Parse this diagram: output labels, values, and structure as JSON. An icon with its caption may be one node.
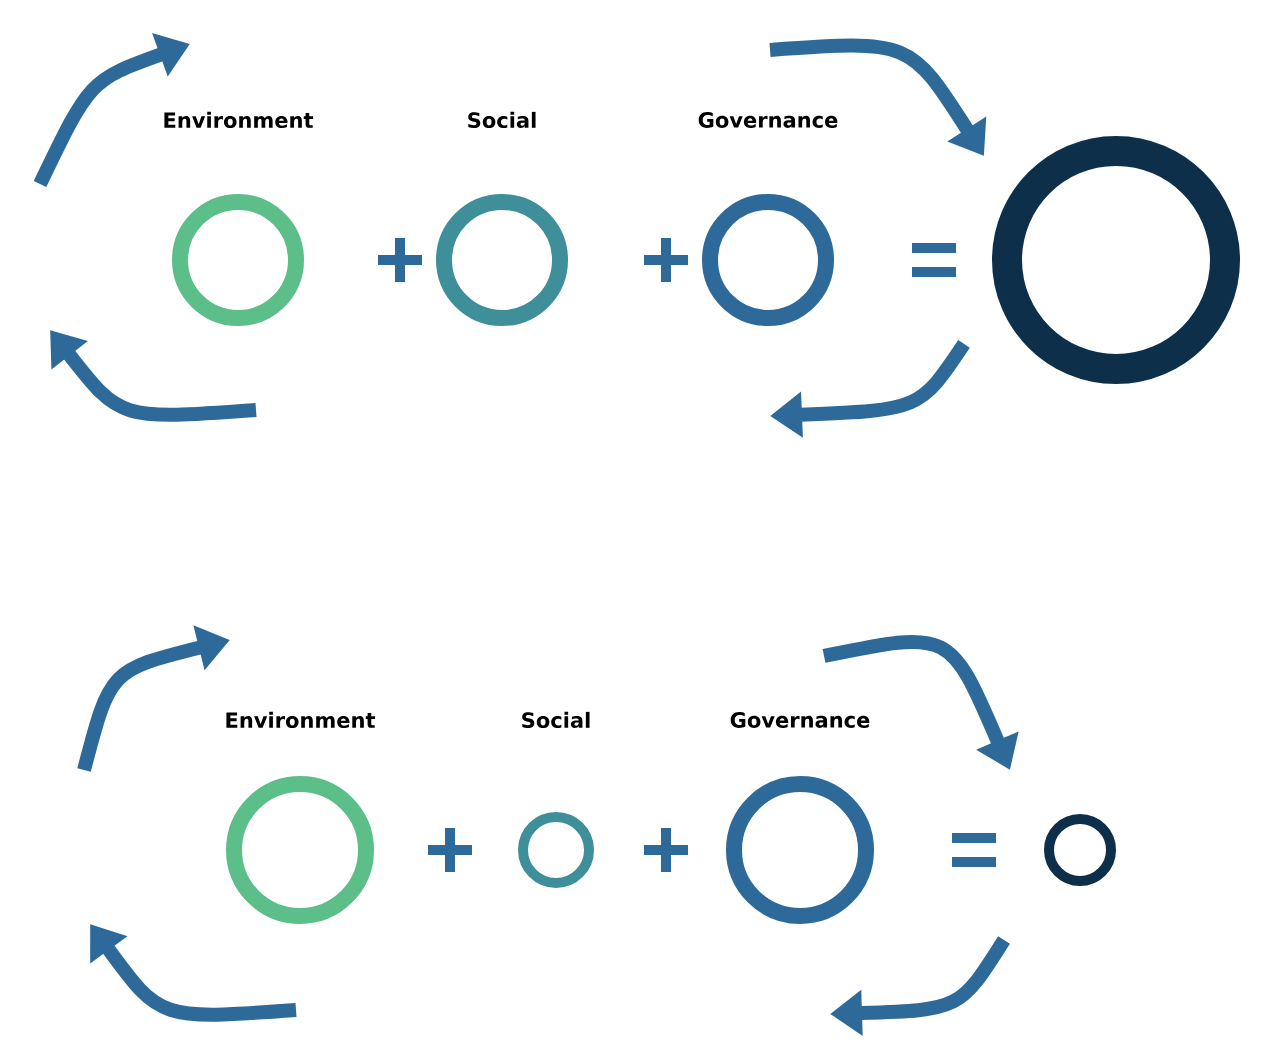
{
  "diagram": {
    "nodes": [
      {
        "text": [
          "Environment"
        ]
      },
      {
        "text": [
          "Social"
        ]
      },
      {
        "text": [
          "Governance"
        ]
      },
      {
        "text": [],
        "shape": "circle"
      },
      {
        "text": [
          "Environment"
        ]
      },
      {
        "text": [
          "Social"
        ]
      },
      {
        "text": [
          "Governance"
        ]
      },
      {
        "text": [],
        "shape": "circle"
      }
    ],
    "edges": []
  }
}
